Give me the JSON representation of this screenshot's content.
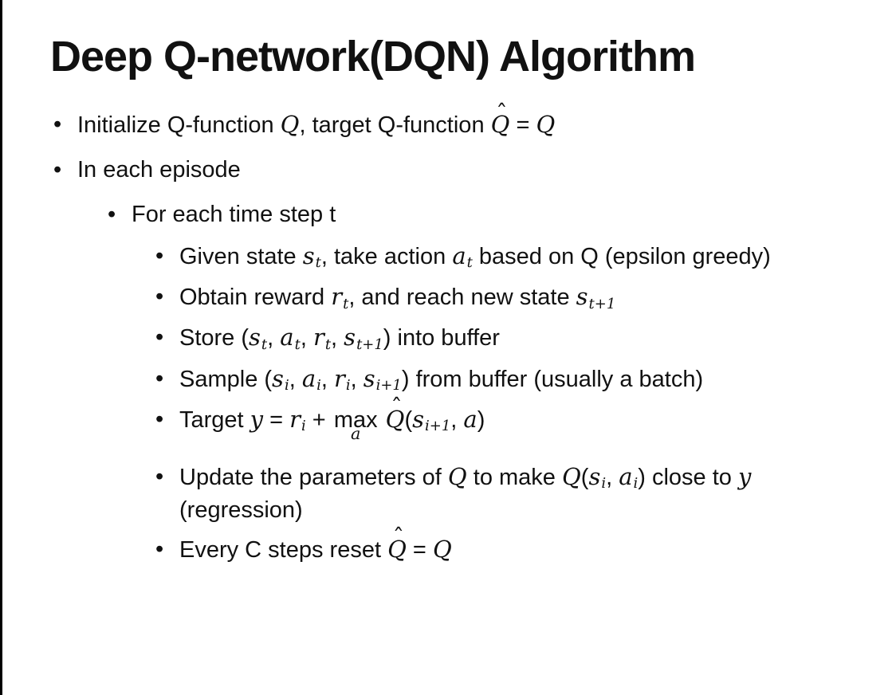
{
  "slide": {
    "title": "Deep Q-network(DQN) Algorithm",
    "bullets": [
      {
        "level": 1,
        "segments": [
          {
            "k": "t",
            "v": "Initialize Q-function "
          },
          {
            "k": "var",
            "v": "Q"
          },
          {
            "k": "t",
            "v": ", target Q-function "
          },
          {
            "k": "hat",
            "v": "Q"
          },
          {
            "k": "t",
            "v": " = "
          },
          {
            "k": "var",
            "v": "Q"
          }
        ]
      },
      {
        "level": 1,
        "segments": [
          {
            "k": "t",
            "v": "In each episode"
          }
        ]
      },
      {
        "level": 2,
        "segments": [
          {
            "k": "t",
            "v": "For each time step t"
          }
        ]
      },
      {
        "level": 3,
        "segments": [
          {
            "k": "t",
            "v": "Given state "
          },
          {
            "k": "sub",
            "v": "s",
            "sub": "t"
          },
          {
            "k": "t",
            "v": ", take action "
          },
          {
            "k": "sub",
            "v": "a",
            "sub": "t"
          },
          {
            "k": "t",
            "v": " based on Q (epsilon greedy)"
          }
        ]
      },
      {
        "level": 3,
        "segments": [
          {
            "k": "t",
            "v": "Obtain reward "
          },
          {
            "k": "sub",
            "v": "r",
            "sub": "t"
          },
          {
            "k": "t",
            "v": ", and reach new state "
          },
          {
            "k": "sub",
            "v": "s",
            "sub": "t+1"
          }
        ]
      },
      {
        "level": 3,
        "segments": [
          {
            "k": "t",
            "v": "Store ("
          },
          {
            "k": "sub",
            "v": "s",
            "sub": "t"
          },
          {
            "k": "t",
            "v": ", "
          },
          {
            "k": "sub",
            "v": "a",
            "sub": "t"
          },
          {
            "k": "t",
            "v": ", "
          },
          {
            "k": "sub",
            "v": "r",
            "sub": "t"
          },
          {
            "k": "t",
            "v": ", "
          },
          {
            "k": "sub",
            "v": "s",
            "sub": "t+1"
          },
          {
            "k": "t",
            "v": ") into buffer"
          }
        ]
      },
      {
        "level": 3,
        "segments": [
          {
            "k": "t",
            "v": "Sample ("
          },
          {
            "k": "sub",
            "v": "s",
            "sub": "i"
          },
          {
            "k": "t",
            "v": ", "
          },
          {
            "k": "sub",
            "v": "a",
            "sub": "i"
          },
          {
            "k": "t",
            "v": ", "
          },
          {
            "k": "sub",
            "v": "r",
            "sub": "i"
          },
          {
            "k": "t",
            "v": ", "
          },
          {
            "k": "sub",
            "v": "s",
            "sub": "i+1"
          },
          {
            "k": "t",
            "v": ") from buffer (usually a batch)"
          }
        ]
      },
      {
        "level": 3,
        "segments": [
          {
            "k": "t",
            "v": "Target "
          },
          {
            "k": "var",
            "v": "y"
          },
          {
            "k": "t",
            "v": " = "
          },
          {
            "k": "sub",
            "v": "r",
            "sub": "i"
          },
          {
            "k": "t",
            "v": " + "
          },
          {
            "k": "max",
            "v": "max",
            "sub": "a"
          },
          {
            "k": "t",
            "v": " "
          },
          {
            "k": "hat",
            "v": "Q"
          },
          {
            "k": "t",
            "v": "("
          },
          {
            "k": "sub",
            "v": "s",
            "sub": "i+1"
          },
          {
            "k": "t",
            "v": ", "
          },
          {
            "k": "var",
            "v": "a"
          },
          {
            "k": "t",
            "v": ")"
          }
        ]
      },
      {
        "level": 3,
        "segments": [
          {
            "k": "t",
            "v": "Update the parameters of "
          },
          {
            "k": "var",
            "v": "Q"
          },
          {
            "k": "t",
            "v": " to make "
          },
          {
            "k": "var",
            "v": "Q"
          },
          {
            "k": "t",
            "v": "("
          },
          {
            "k": "sub",
            "v": "s",
            "sub": "i"
          },
          {
            "k": "t",
            "v": ", "
          },
          {
            "k": "sub",
            "v": "a",
            "sub": "i"
          },
          {
            "k": "t",
            "v": ") close to "
          },
          {
            "k": "var",
            "v": "y"
          },
          {
            "k": "t",
            "v": " (regression)"
          }
        ]
      },
      {
        "level": 3,
        "segments": [
          {
            "k": "t",
            "v": "Every C steps reset "
          },
          {
            "k": "hat",
            "v": "Q"
          },
          {
            "k": "t",
            "v": " = "
          },
          {
            "k": "var",
            "v": "Q"
          }
        ]
      }
    ],
    "colors": {
      "background": "#ffffff",
      "text": "#111111",
      "left_border": "#000000"
    },
    "bullet_glyph": "•"
  }
}
